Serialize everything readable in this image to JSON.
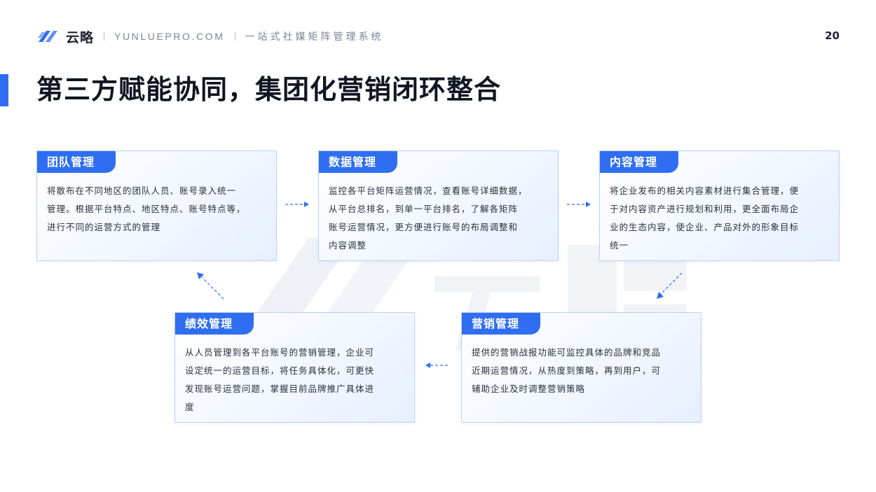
{
  "header": {
    "brand": "云略",
    "site": "YUNLUEPRO.COM",
    "slogan": "一站式社媒矩阵管理系统",
    "page_number": "20"
  },
  "title": "第三方赋能协同，集团化营销闭环整合",
  "cards": {
    "team": {
      "heading": "团队管理",
      "lines": [
        "将散布在不同地区的团队人员、账号录入统一",
        "管理。根据平台特点、地区特点、账号特点等，",
        "进行不同的运营方式的管理"
      ]
    },
    "data": {
      "heading": "数据管理",
      "lines": [
        "监控各平台矩阵运营情况，查看账号详细数据，",
        "从平台总排名，到单一平台排名，了解各矩阵",
        "账号运营情况，更方便进行账号的布局调整和",
        "内容调整"
      ]
    },
    "content": {
      "heading": "内容管理",
      "lines": [
        "将企业发布的相关内容素材进行集合管理，便",
        "于对内容资产进行规划和利用，更全面布局企",
        "业的生态内容，使企业、产品对外的形象目标",
        "统一"
      ]
    },
    "performance": {
      "heading": "绩效管理",
      "lines": [
        "从人员管理到各平台账号的营销管理，企业可",
        "设定统一的运营目标，将任务具体化，可更快",
        "发现账号运营问题，掌握目前品牌推广具体进",
        "度"
      ]
    },
    "marketing": {
      "heading": "营销管理",
      "lines": [
        "提供的营销战报功能可监控具体的品牌和竞品",
        "近期运营情况，从热度到策略，再到用户，可",
        "辅助企业及时调整营销策略"
      ]
    }
  },
  "colors": {
    "accent": "#2f6ef0",
    "card_border": "#bcd0f3",
    "text": "#1f2333"
  },
  "icons": {
    "logo": "yunlue-slash-logo",
    "flow_arrow": "dashed-arrow"
  }
}
